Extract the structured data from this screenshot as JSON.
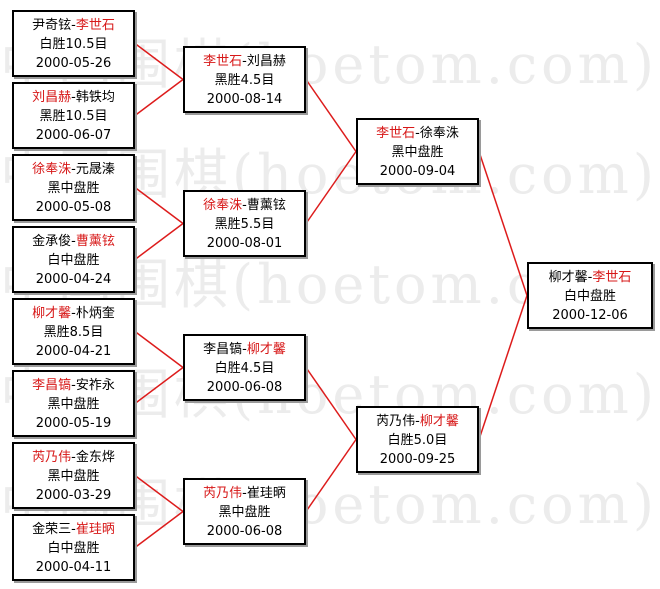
{
  "watermark": "中国围棋(hoetom.com)",
  "line_color": "#dd1c1c",
  "winner_color": "#d71818",
  "matches": [
    {
      "id": "r1-1",
      "p1": "尹奇铉",
      "p2": "李世石",
      "winner": 2,
      "result": "白胜10.5目",
      "date": "2000-05-26"
    },
    {
      "id": "r1-2",
      "p1": "刘昌赫",
      "p2": "韩铁均",
      "winner": 1,
      "result": "黑胜10.5目",
      "date": "2000-06-07"
    },
    {
      "id": "r1-3",
      "p1": "徐奉洙",
      "p2": "元晟溱",
      "winner": 1,
      "result": "黑中盘胜",
      "date": "2000-05-08"
    },
    {
      "id": "r1-4",
      "p1": "金承俊",
      "p2": "曹薰铉",
      "winner": 2,
      "result": "白中盘胜",
      "date": "2000-04-24"
    },
    {
      "id": "r1-5",
      "p1": "柳才馨",
      "p2": "朴炳奎",
      "winner": 1,
      "result": "黑胜8.5目",
      "date": "2000-04-21"
    },
    {
      "id": "r1-6",
      "p1": "李昌镐",
      "p2": "安祚永",
      "winner": 1,
      "result": "黑中盘胜",
      "date": "2000-05-19"
    },
    {
      "id": "r1-7",
      "p1": "芮乃伟",
      "p2": "金东烨",
      "winner": 1,
      "result": "黑中盘胜",
      "date": "2000-03-29"
    },
    {
      "id": "r1-8",
      "p1": "金荣三",
      "p2": "崔珪昞",
      "winner": 2,
      "result": "白中盘胜",
      "date": "2000-04-11"
    },
    {
      "id": "r2-1",
      "p1": "李世石",
      "p2": "刘昌赫",
      "winner": 1,
      "result": "黑胜4.5目",
      "date": "2000-08-14"
    },
    {
      "id": "r2-2",
      "p1": "徐奉洙",
      "p2": "曹薰铉",
      "winner": 1,
      "result": "黑胜5.5目",
      "date": "2000-08-01"
    },
    {
      "id": "r2-3",
      "p1": "李昌镐",
      "p2": "柳才馨",
      "winner": 2,
      "result": "白胜4.5目",
      "date": "2000-06-08"
    },
    {
      "id": "r2-4",
      "p1": "芮乃伟",
      "p2": "崔珪昞",
      "winner": 1,
      "result": "黑中盘胜",
      "date": "2000-06-08"
    },
    {
      "id": "r3-1",
      "p1": "李世石",
      "p2": "徐奉洙",
      "winner": 1,
      "result": "黑中盘胜",
      "date": "2000-09-04"
    },
    {
      "id": "r3-2",
      "p1": "芮乃伟",
      "p2": "柳才馨",
      "winner": 2,
      "result": "白胜5.0目",
      "date": "2000-09-25"
    },
    {
      "id": "final",
      "p1": "柳才馨",
      "p2": "李世石",
      "winner": 2,
      "result": "白中盘胜",
      "date": "2000-12-06"
    }
  ]
}
